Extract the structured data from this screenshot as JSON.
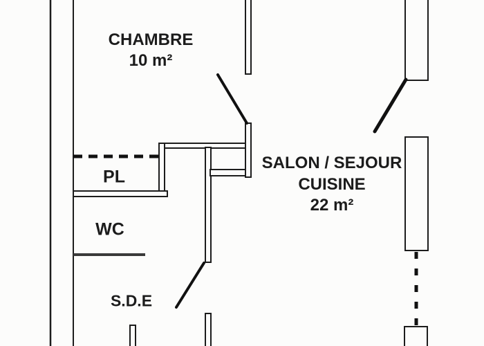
{
  "plan": {
    "rooms": [
      {
        "id": "chambre",
        "name": "CHAMBRE",
        "area": "10 m²"
      },
      {
        "id": "salon-sejour-cuisine",
        "name": "SALON / SEJOUR",
        "name2": "CUISINE",
        "area": "22 m²"
      },
      {
        "id": "pl",
        "name": "PL"
      },
      {
        "id": "wc",
        "name": "WC"
      },
      {
        "id": "sde",
        "name": "S.D.E"
      }
    ],
    "colors": {
      "wall": "#1c1c1c",
      "wc_wall": "#3a3a3a",
      "background": "#fcfcfb"
    }
  }
}
